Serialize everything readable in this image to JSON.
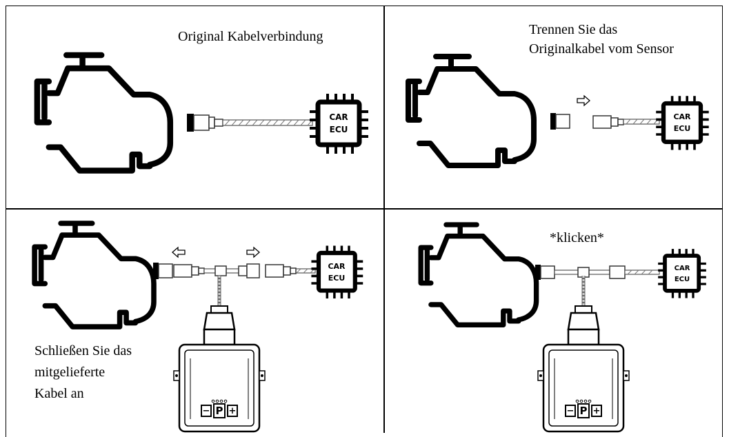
{
  "panels": [
    {
      "id": "original",
      "caption": "Original Kabelverbindung"
    },
    {
      "id": "disconnect",
      "caption_line1": "Trennen Sie das",
      "caption_line2": "Originalkabel vom Sensor"
    },
    {
      "id": "connect",
      "caption_line1": "Schließen Sie das",
      "caption_line2": "mitgelieferte",
      "caption_line3": "Kabel an"
    },
    {
      "id": "click",
      "caption": "*klicken*"
    }
  ],
  "ecu": {
    "line1": "CAR",
    "line2": "ECU"
  },
  "module": {
    "minus": "−",
    "program": "P",
    "plus": "+"
  },
  "icons": [
    "engine-icon",
    "ecu-chip-icon",
    "cable-icon",
    "tuning-module-icon",
    "arrow-left-icon",
    "arrow-right-icon"
  ]
}
